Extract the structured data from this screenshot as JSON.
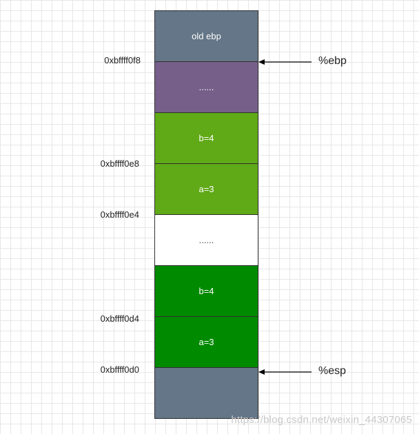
{
  "stack_blocks": [
    {
      "label": "old ebp",
      "color": "#647687"
    },
    {
      "label": "......",
      "color": "#76608a"
    },
    {
      "label": "b=4",
      "color": "#60a917"
    },
    {
      "label": "a=3",
      "color": "#60a917"
    },
    {
      "label": "......",
      "color": "#ffffff"
    },
    {
      "label": "b=4",
      "color": "#008a00"
    },
    {
      "label": "a=3",
      "color": "#008a00"
    },
    {
      "label": "",
      "color": "#647687"
    }
  ],
  "addresses": {
    "ebp_addr": "0xbffff0f8",
    "addr_e8": "0xbffff0e8",
    "addr_e4": "0xbffff0e4",
    "addr_d4": "0xbffff0d4",
    "esp_addr": "0xbffff0d0"
  },
  "registers": {
    "ebp": "%ebp",
    "esp": "%esp"
  },
  "watermark": "https://blog.csdn.net/weixin_44307065"
}
